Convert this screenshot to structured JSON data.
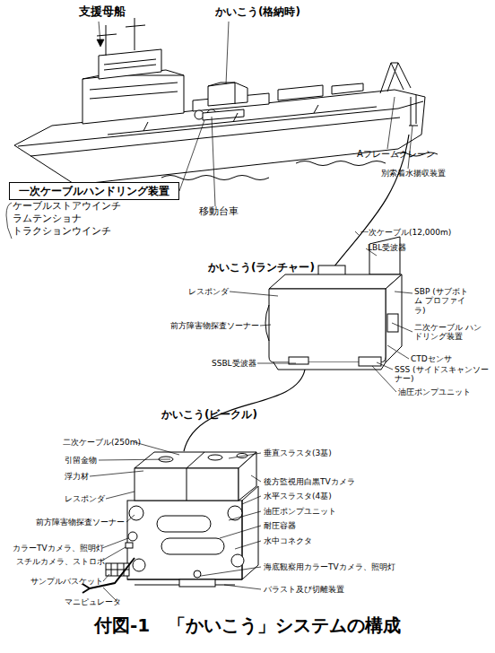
{
  "diagram": {
    "caption": "付図-1　「かいこう」システムの構成",
    "nodes": [
      {
        "text": [
          "一次ケーブルハンドリング装置"
        ]
      }
    ],
    "labels": [
      "支援母船",
      "かいこう(格納時)",
      "ケーブルストアウインチ",
      "ラムテンショナ",
      "トラクションウインチ",
      "Aフレームクレーン",
      "別索着水揚収装置",
      "移動台車",
      "一次ケーブル(12,000m)",
      "LBL受波器",
      "かいこう(ランチャー)",
      "レスポンダ",
      "SBP (サブボトム プロファイラ)",
      "二次ケーブル ハンドリング装置",
      "前方障害物探査ソーナー",
      "CTDセンサ",
      "SSS (サイドスキャンソーナー)",
      "SSBL受波器",
      "油圧ポンプユニット",
      "かいこう(ビークル)",
      "二次ケーブル(250m)",
      "引留金物",
      "垂直スラスタ(3基)",
      "浮力材",
      "後方監視用白黒TVカメラ",
      "レスポンダ",
      "水平スラスタ(4基)",
      "前方障害物探査ソーナー",
      "油圧ポンプユニット",
      "耐圧容器",
      "カラーTVカメラ、照明灯",
      "水中コネクタ",
      "スチルカメラ、ストロボ",
      "サンプルバスケット",
      "海底観察用カラーTVカメラ、照明灯",
      "マニピュレータ",
      "バラスト及び切離装置"
    ]
  }
}
